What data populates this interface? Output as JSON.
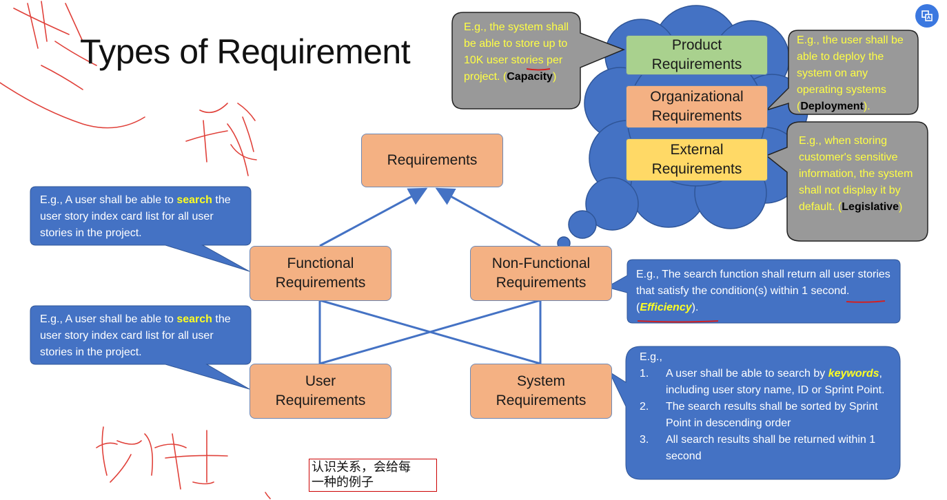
{
  "title": "Types of Requirement",
  "nodes": {
    "requirements": "Requirements",
    "functional": [
      "Functional",
      "Requirements"
    ],
    "non_functional": [
      "Non-Functional",
      "Requirements"
    ],
    "user": [
      "User",
      "Requirements"
    ],
    "system": [
      "System",
      "Requirements"
    ],
    "product": [
      "Product",
      "Requirements"
    ],
    "organizational": [
      "Organizational",
      "Requirements"
    ],
    "external": [
      "External",
      "Requirements"
    ]
  },
  "callouts": {
    "functional": {
      "before": "E.g., A user shall be able to ",
      "keyword": "search",
      "after": " the user story index card list for all user stories in the project."
    },
    "user": {
      "before": "E.g., A user shall be able to ",
      "keyword": "search",
      "after": " the user story index card list for all user stories in the project."
    },
    "non_functional": {
      "before": "E.g., The search function shall return all user stories that satisfy the condition(s) within 1 second. (",
      "keyword": "Efficiency",
      "after": ")."
    },
    "capacity": {
      "before": "E.g., the system shall be able to store up to 10K user stories per project. (",
      "keyword": "Capacity",
      "after": ")"
    },
    "deployment": {
      "before": "E.g., the user shall be able to deploy the system on any operating systems (",
      "keyword": "Deployment",
      "after": ")."
    },
    "legislative": {
      "before": "E.g., when storing customer's sensitive information, the system shall not display it by default. (",
      "keyword": "Legislative",
      "after": ")"
    },
    "system": {
      "intro": "E.g.,",
      "items": [
        {
          "num": "1.",
          "before": "A user shall be able to search by ",
          "keyword": "keywords",
          "after": ", including user story name, ID or Sprint Point."
        },
        {
          "num": "2.",
          "before": "The search results shall be sorted by Sprint Point in descending order",
          "keyword": "",
          "after": ""
        },
        {
          "num": "3.",
          "before": "All search results shall be returned within 1 second",
          "keyword": "",
          "after": ""
        }
      ]
    }
  },
  "note": [
    "认识关系，会给每",
    "一种的例子"
  ],
  "colors": {
    "node_fill": "#f4b183",
    "product_fill": "#a9d18e",
    "external_fill": "#ffd966",
    "callout_blue": "#4472c4",
    "callout_gray": "#999999",
    "line_blue": "#4472c4",
    "ink_red": "#e0413a"
  },
  "icons": {
    "toolbar": "translate-icon"
  }
}
